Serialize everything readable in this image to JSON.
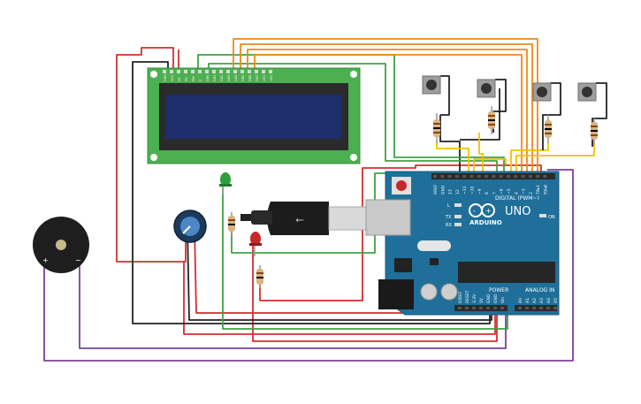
{
  "board": {
    "brand": "ARDUINO",
    "model": "UNO",
    "digital_label": "DIGITAL (PWM~)",
    "power_label": "POWER",
    "analog_label": "ANALOG IN",
    "on_label": "ON",
    "l_label": "L",
    "tx_label": "TX",
    "rx_label": "RX",
    "digital_pins": [
      "AREF",
      "GND",
      "13",
      "12",
      "~11",
      "~10",
      "~9",
      "8",
      "7",
      "~6",
      "~5",
      "4",
      "~3",
      "2",
      "TX▸1",
      "RX◂0"
    ],
    "power_pins": [
      "IOREF",
      "RESET",
      "3.3V",
      "5V",
      "GND",
      "GND",
      "Vin"
    ],
    "analog_pins": [
      "A0",
      "A1",
      "A2",
      "A3",
      "A4",
      "A5"
    ]
  },
  "lcd": {
    "pins": [
      "GND",
      "VCC",
      "V0",
      "RS",
      "RW",
      "E",
      "DB0",
      "DB1",
      "DB2",
      "DB3",
      "DB4",
      "DB5",
      "DB6",
      "DB7",
      "LED",
      "LED"
    ]
  },
  "buzzer": {
    "plus": "+",
    "minus": "−"
  },
  "colors": {
    "wire_red": "#d32f2f",
    "wire_black": "#222222",
    "wire_green": "#43a047",
    "wire_orange": "#ef8a17",
    "wire_yellow": "#f2c200",
    "wire_purple": "#7b3f9e",
    "board_blue": "#1f6f9a",
    "lcd_green": "#4caf50",
    "lcd_screen": "#1e2d6b"
  }
}
